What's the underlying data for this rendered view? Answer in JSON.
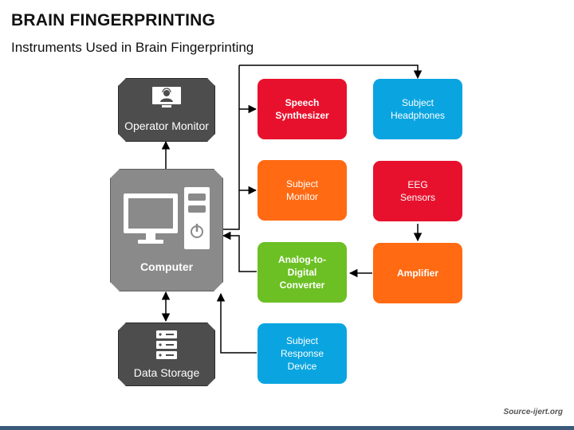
{
  "header": {
    "title": "BRAIN FINGERPRINTING",
    "subtitle": "Instruments Used in Brain Fingerprinting"
  },
  "nodes": {
    "operator_monitor": "Operator Monitor",
    "computer": "Computer",
    "data_storage": "Data Storage",
    "speech_synthesizer": "Speech\nSynthesizer",
    "subject_headphones": "Subject\nHeadphones",
    "subject_monitor": "Subject\nMonitor",
    "eeg_sensors": "EEG\nSensors",
    "adc": "Analog-to-\nDigital\nConverter",
    "amplifier": "Amplifier",
    "subject_response_device": "Subject\nResponse\nDevice"
  },
  "colors": {
    "red": "#e8112d",
    "blue": "#0aa5e0",
    "orange": "#ff6a13",
    "green": "#6cc024",
    "dark": "#4d4d4d",
    "computer": "#8a8a8a"
  },
  "icons": {
    "operator_monitor": "operator-monitor-icon",
    "computer": "desktop-computer-icon",
    "data_storage": "server-rack-icon"
  },
  "footer": {
    "source": "Source-ijert.org"
  }
}
